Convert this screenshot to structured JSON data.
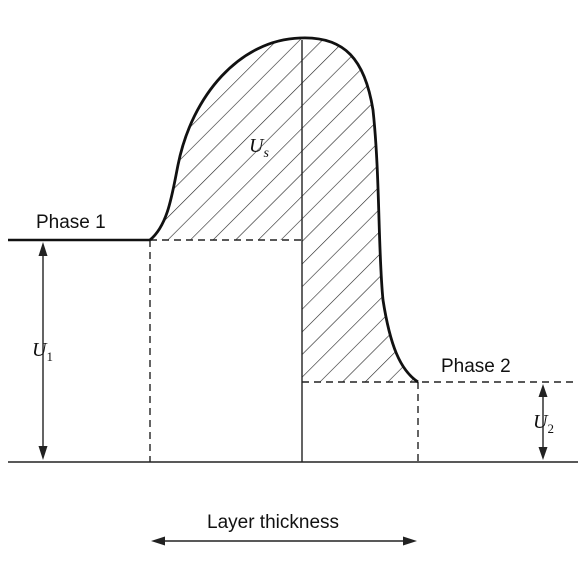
{
  "labels": {
    "phase1": "Phase 1",
    "phase2": "Phase 2",
    "u1": "U",
    "u1_sub": "1",
    "u2": "U",
    "u2_sub": "2",
    "us": "U",
    "us_sub": "s",
    "thickness": "Layer thickness"
  }
}
